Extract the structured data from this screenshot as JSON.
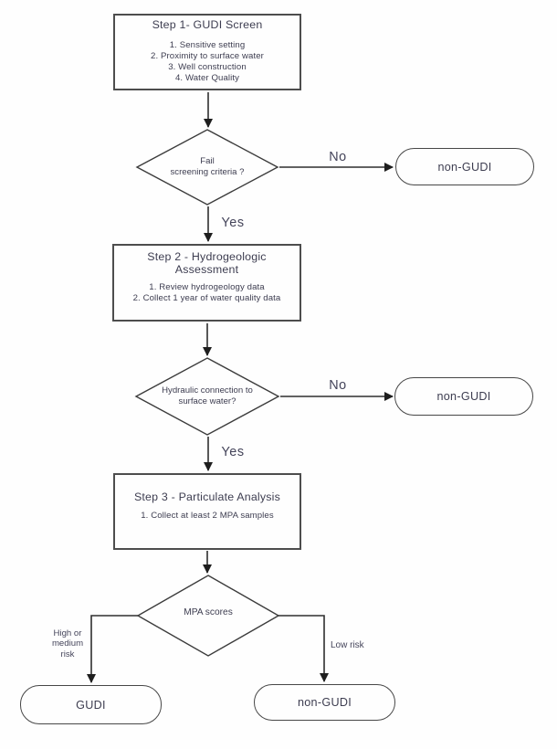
{
  "flowchart": {
    "step1": {
      "title": "Step 1- GUDI Screen",
      "items": [
        "1. Sensitive setting",
        "2. Proximity to surface water",
        "3. Well construction",
        "4. Water Quality"
      ]
    },
    "decision1": {
      "lines": [
        "Fail",
        "screening criteria ?"
      ]
    },
    "terminal_non_gudi_1": "non-GUDI",
    "step2": {
      "title": "Step 2 - Hydrogeologic Assessment",
      "items": [
        "1. Review hydrogeology data",
        "2. Collect 1 year of water quality data"
      ]
    },
    "decision2": {
      "lines": [
        "Hydraulic connection to",
        "surface water?"
      ]
    },
    "terminal_non_gudi_2": "non-GUDI",
    "step3": {
      "title": "Step 3 - Particulate Analysis",
      "items": [
        "1. Collect at least 2 MPA samples"
      ]
    },
    "decision3": {
      "label": "MPA scores"
    },
    "terminal_gudi": "GUDI",
    "terminal_non_gudi_3": "non-GUDI",
    "edge_labels": {
      "no_1": "No",
      "yes_1": "Yes",
      "no_2": "No",
      "yes_2": "Yes",
      "high_medium_lines": [
        "High or",
        "medium",
        "risk"
      ],
      "low_risk": "Low risk"
    },
    "colors": {
      "text": "#3d3d50",
      "line": "#3b3b3b",
      "border": "#4d4d4d",
      "background": "#fefefe"
    }
  }
}
